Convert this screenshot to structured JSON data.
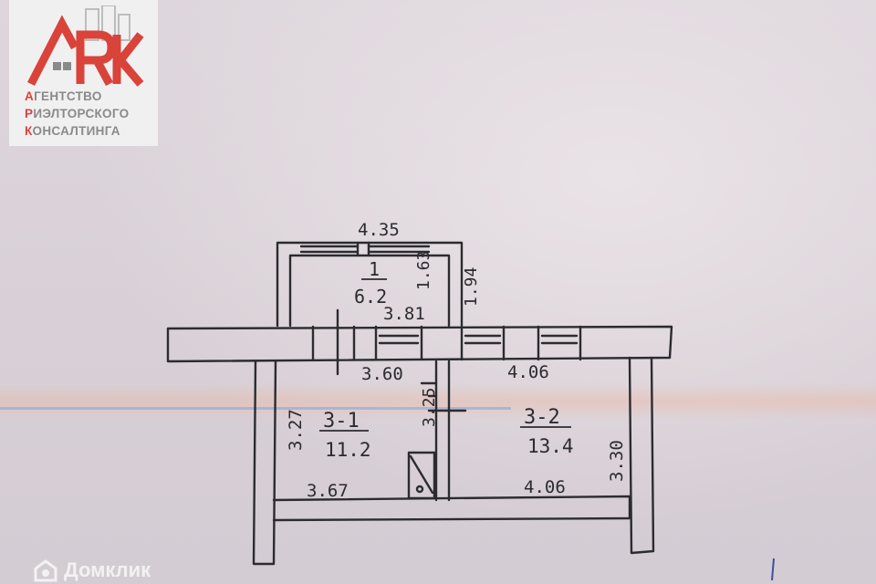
{
  "logo": {
    "name": "ARK",
    "lines": [
      {
        "first": "А",
        "rest": "ГЕНТСТВО"
      },
      {
        "first": "Р",
        "rest": "ИЭЛТОРСКОГО"
      },
      {
        "first": "К",
        "rest": "ОНСАЛТИНГА"
      }
    ]
  },
  "watermark": {
    "text": "Домклик"
  },
  "plan": {
    "dimensions": {
      "top_width": "4.35",
      "room1_inner_height": "1.63",
      "room1_outer_height": "1.94",
      "room1_bottom_width": "3.81",
      "room31_top_width": "3.60",
      "room32_top_width": "4.06",
      "room31_left_height": "3.27",
      "room31_partition_height": "3.25",
      "room32_right_height": "3.30",
      "room31_bottom_width": "3.67",
      "room32_bottom_width": "4.06"
    },
    "rooms": [
      {
        "id": "1",
        "area": "6.2"
      },
      {
        "id": "3-1",
        "area": "11.2"
      },
      {
        "id": "3-2",
        "area": "13.4"
      }
    ]
  },
  "colors": {
    "ink": "#2b2b30",
    "paper": "#dcd4da",
    "logo_accent": "#d9433a"
  }
}
